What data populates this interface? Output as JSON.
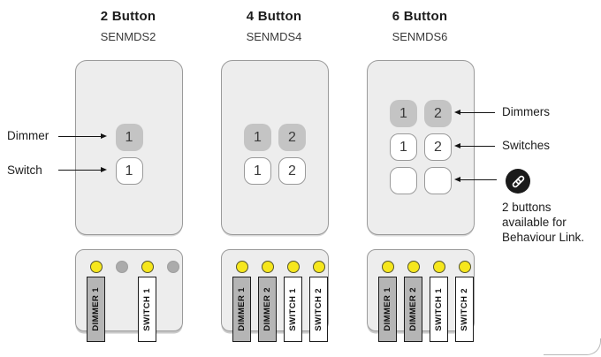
{
  "diagram": {
    "left_labels": [
      {
        "text": "Dimmer"
      },
      {
        "text": "Switch"
      }
    ],
    "right_labels": [
      {
        "text": "Dimmers"
      },
      {
        "text": "Switches"
      }
    ],
    "link_note": {
      "icon": "behaviour-link-icon",
      "lines": [
        "2 buttons",
        "available for",
        "Behaviour Link."
      ]
    },
    "panels": [
      {
        "title": "2 Button",
        "model": "SENMDS2",
        "button_rows": [
          [
            {
              "type": "dimmer",
              "label": "1"
            }
          ],
          [
            {
              "type": "switch",
              "label": "1"
            }
          ]
        ],
        "module": {
          "leds": [
            "on",
            "off",
            "on",
            "off"
          ],
          "tabs": [
            "DIMMER 1",
            null,
            "SWITCH 1",
            null
          ]
        }
      },
      {
        "title": "4 Button",
        "model": "SENMDS4",
        "button_rows": [
          [
            {
              "type": "dimmer",
              "label": "1"
            },
            {
              "type": "dimmer",
              "label": "2"
            }
          ],
          [
            {
              "type": "switch",
              "label": "1"
            },
            {
              "type": "switch",
              "label": "2"
            }
          ]
        ],
        "module": {
          "leds": [
            "on",
            "on",
            "on",
            "on"
          ],
          "tabs": [
            "DIMMER 1",
            "DIMMER 2",
            "SWITCH 1",
            "SWITCH 2"
          ]
        }
      },
      {
        "title": "6 Button",
        "model": "SENMDS6",
        "button_rows": [
          [
            {
              "type": "dimmer",
              "label": "1"
            },
            {
              "type": "dimmer",
              "label": "2"
            }
          ],
          [
            {
              "type": "switch",
              "label": "1"
            },
            {
              "type": "switch",
              "label": "2"
            }
          ],
          [
            {
              "type": "blank",
              "label": ""
            },
            {
              "type": "blank",
              "label": ""
            }
          ]
        ],
        "module": {
          "leds": [
            "on",
            "on",
            "on",
            "on"
          ],
          "tabs": [
            "DIMMER 1",
            "DIMMER 2",
            "SWITCH 1",
            "SWITCH 2"
          ]
        }
      }
    ],
    "colors": {
      "panel_fill": "#ededed",
      "panel_border": "#9a9a9a",
      "dimmer_button": "#c4c4c4",
      "switch_button": "#ffffff",
      "led_on": "#f6e71d",
      "led_off": "#ababab",
      "tab_dimmer": "#b5b5b5",
      "tab_switch": "#ffffff",
      "link_badge": "#1a1a1a",
      "text": "#1d1d1d"
    }
  }
}
